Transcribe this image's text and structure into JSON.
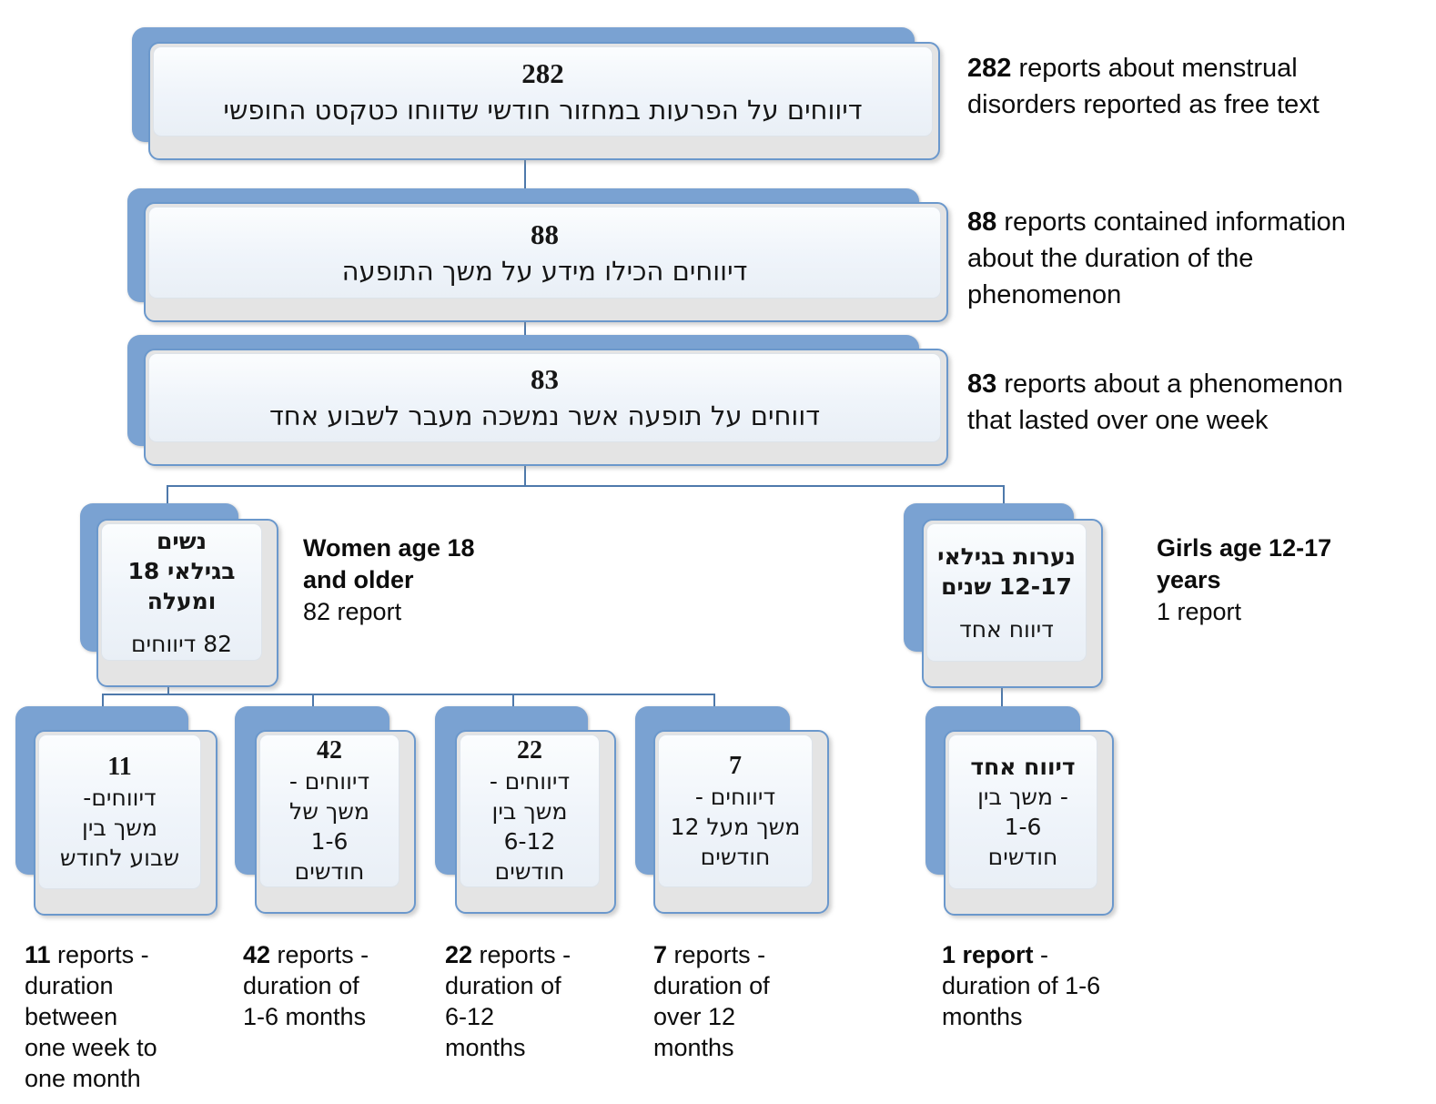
{
  "colors": {
    "backing_blue": "#7aa2d2",
    "box_border_blue": "#6b98cc",
    "connector_blue": "#4e79ab",
    "panel_light": "#eff4fa",
    "gray_band": "#e4e4e4",
    "text": "#0c0c0c"
  },
  "nodes": {
    "root": {
      "number": "282",
      "lines": [
        "דיווחים על הפרעות במחזור חודשי שדווחו כטקסט החופשי"
      ]
    },
    "duration_info": {
      "number": "88",
      "lines": [
        "דיווחים הכילו מידע על משך התופעה"
      ]
    },
    "over_week": {
      "number": "83",
      "lines": [
        "דווחים על תופעה אשר נמשכה מעבר לשבוע אחד"
      ]
    },
    "women": {
      "bold_lines": [
        "נשים",
        "בגילאי 18",
        "ומעלה"
      ],
      "sub": "82 דיווחים"
    },
    "girls": {
      "bold_lines": [
        "נערות בגילאי",
        "12-17 שנים"
      ],
      "sub": "דיווח אחד"
    },
    "leaf_11": {
      "number": "11",
      "lines": [
        "דיווחים-",
        "משך בין",
        "שבוע לחודש"
      ]
    },
    "leaf_42": {
      "number": "42",
      "lines": [
        "דיווחים -",
        "משך של",
        "1-6",
        "חודשים"
      ]
    },
    "leaf_22": {
      "number": "22",
      "lines": [
        "דיווחים -",
        "משך בין",
        "6-12",
        "חודשים"
      ]
    },
    "leaf_7": {
      "number": "7",
      "lines": [
        "דיווחים -",
        "משך מעל 12",
        "חודשים"
      ]
    },
    "leaf_1": {
      "bold": "דיווח אחד",
      "lines": [
        "- משך בין",
        "1-6",
        "חודשים"
      ]
    }
  },
  "annotations": {
    "root": {
      "bold": "282",
      "line1": " reports about menstrual",
      "lines": [
        "disorders reported as free text"
      ]
    },
    "duration_info": {
      "bold": "88",
      "line1": " reports contained information",
      "lines": [
        "about the duration of the",
        "phenomenon"
      ]
    },
    "over_week": {
      "bold": "83",
      "line1": " reports about a phenomenon",
      "lines": [
        "that lasted over one week"
      ]
    },
    "women": {
      "bold_lines": [
        "Women age 18",
        "and older"
      ],
      "sub": "82 report"
    },
    "girls": {
      "bold_lines": [
        "Girls age 12-17",
        "years"
      ],
      "sub": "1 report"
    }
  },
  "captions": {
    "c11": {
      "bold": "11",
      "line1": " reports -",
      "lines": [
        "duration",
        "between",
        "one week to",
        "one month"
      ]
    },
    "c42": {
      "bold": "42",
      "line1": " reports -",
      "lines": [
        "duration of",
        "1-6 months"
      ]
    },
    "c22": {
      "bold": "22",
      "line1": " reports -",
      "lines": [
        "duration of",
        "6-12",
        "months"
      ]
    },
    "c7": {
      "bold": "7",
      "line1": " reports -",
      "lines": [
        "duration of",
        "over 12",
        "months"
      ]
    },
    "c1": {
      "bold": "1 report",
      "line1": " -",
      "lines": [
        "duration of 1-6",
        "months"
      ]
    }
  }
}
